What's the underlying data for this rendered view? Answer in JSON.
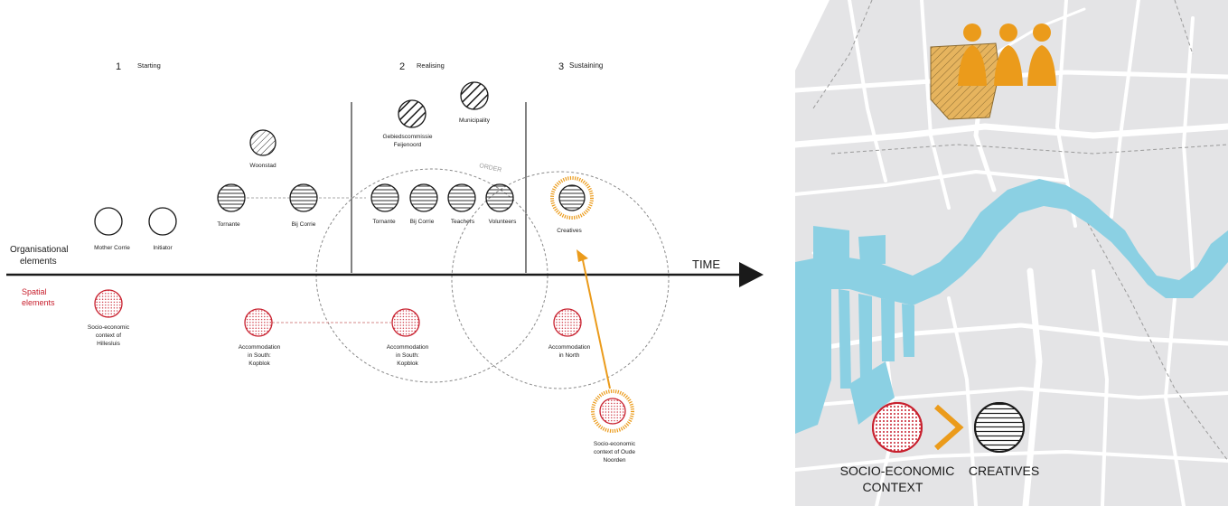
{
  "phases": [
    {
      "number": "1",
      "label": "Starting"
    },
    {
      "number": "2",
      "label": "Realising"
    },
    {
      "number": "3",
      "label": "Sustaining"
    }
  ],
  "axis": {
    "time": "TIME",
    "org_line1": "Organisational",
    "org_line2": "elements",
    "spatial_line1": "Spatial",
    "spatial_line2": "elements"
  },
  "order_label": "ORDER",
  "org_nodes": {
    "mother_corrie": "Mother Corrie",
    "initiator": "Initiator",
    "woonstad": "Woonstad",
    "tornante_1": "Tornante",
    "bij_corrie_1": "Bij Corrie",
    "gebiedscommissie_1": "Gebiedscommissie",
    "gebiedscommissie_2": "Feijenoord",
    "municipality": "Municipality",
    "tornante_2": "Tornante",
    "bij_corrie_2": "Bij Corrie",
    "teachers": "Teachers",
    "volunteers": "Volunteers",
    "creatives": "Creatives"
  },
  "spatial_nodes": {
    "hillesluis": [
      "Socio-economic",
      "context of",
      "Hillesluis"
    ],
    "kopblok_1": [
      "Accommodation",
      "in South:",
      "Kopblok"
    ],
    "kopblok_2": [
      "Accommodation",
      "in South:",
      "Kopblok"
    ],
    "north": [
      "Accommodation",
      "in North"
    ],
    "oude_noorden": [
      "Socio-economic",
      "context of Oude",
      "Noorden"
    ]
  },
  "map_legend": {
    "left_line1": "SOCIO-ECONOMIC",
    "left_line2": "CONTEXT",
    "right": "CREATIVES"
  },
  "colors": {
    "red": "#c8202e",
    "orange": "#eb9b1b",
    "water": "#8bd0e3",
    "map_bg": "#e4e4e6",
    "road": "#ffffff",
    "ink": "#1a1a1a",
    "area_fill": "#e6b45e"
  }
}
